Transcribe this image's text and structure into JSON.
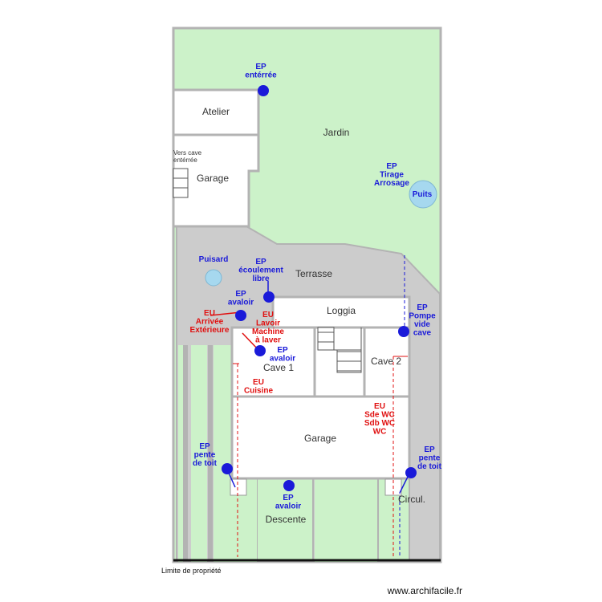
{
  "rooms": {
    "jardin": "Jardin",
    "atelier": "Atelier",
    "garage_top": "Garage",
    "cave_note_1": "Vers cave",
    "cave_note_2": "entérrée",
    "terrasse": "Terrasse",
    "loggia": "Loggia",
    "cave1": "Cave 1",
    "cave2": "Cave 2",
    "garage_main": "Garage",
    "descente": "Descente",
    "circul": "Circul."
  },
  "equipment": {
    "puits": "Puits",
    "puisard": "Puisard"
  },
  "labels": {
    "ep_enterree": [
      "EP",
      "entérrée"
    ],
    "ep_tirage": [
      "EP",
      "Tirage",
      "Arrosage"
    ],
    "ep_ecoulement": [
      "EP",
      "écoulement",
      "libre"
    ],
    "ep_avaloir_left": [
      "EP",
      "avaloir"
    ],
    "eu_arrivee": [
      "EU",
      "Arrivée",
      "Extérieure"
    ],
    "eu_lavoir": [
      "EU",
      "Lavoir",
      "Machine",
      "à laver"
    ],
    "ep_avaloir_cave": [
      "EP",
      "avaloir"
    ],
    "ep_pompe": [
      "EP",
      "Pompe",
      "vide",
      "cave"
    ],
    "eu_cuisine": [
      "EU",
      "Cuisine"
    ],
    "eu_sde": [
      "EU",
      "Sde WC",
      "Sdb WC",
      "WC"
    ],
    "ep_pente_left": [
      "EP",
      "pente",
      "de toit"
    ],
    "ep_pente_right": [
      "EP",
      "pente",
      "de toit"
    ],
    "ep_avaloir_bottom": [
      "EP",
      "avaloir"
    ]
  },
  "footer": {
    "limite": "Limite de propriété",
    "watermark": "www.archifacile.fr"
  },
  "colors": {
    "garden": "#ccf2c9",
    "paved": "#cccccc",
    "wall": "#b3b3b3",
    "ep_blue": "#1a1ad9",
    "eu_red": "#e01010",
    "puits": "#a6d8ef",
    "room": "#ffffff"
  }
}
